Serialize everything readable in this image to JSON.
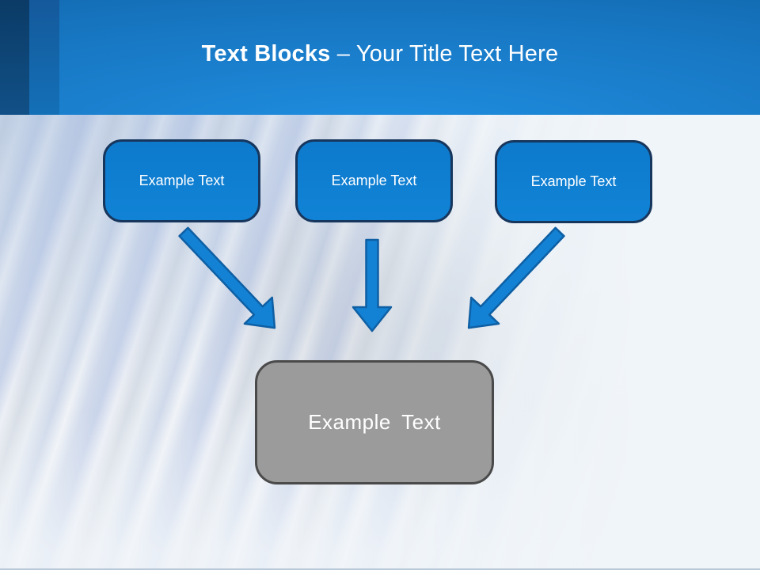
{
  "slide": {
    "header": {
      "title_bold": "Text Blocks",
      "title_separator": "–",
      "title_regular": "Your Title Text Here"
    },
    "blocks": [
      {
        "label": "Example Text"
      },
      {
        "label": "Example Text"
      },
      {
        "label": "Example Text"
      }
    ],
    "result_block": {
      "label": "Example Text"
    },
    "arrows": [
      {
        "name": "down-right-arrow"
      },
      {
        "name": "down-arrow"
      },
      {
        "name": "down-left-arrow"
      }
    ],
    "colors": {
      "header_top": "#0f63a7",
      "header_bottom": "#1f8ee0",
      "block_fill": "#1080d0",
      "block_border": "#17365d",
      "result_fill": "#9b9b9b",
      "result_border": "#4a4a4a",
      "arrow_fill": "#1482d4",
      "arrow_border": "#0e5fa4"
    }
  }
}
